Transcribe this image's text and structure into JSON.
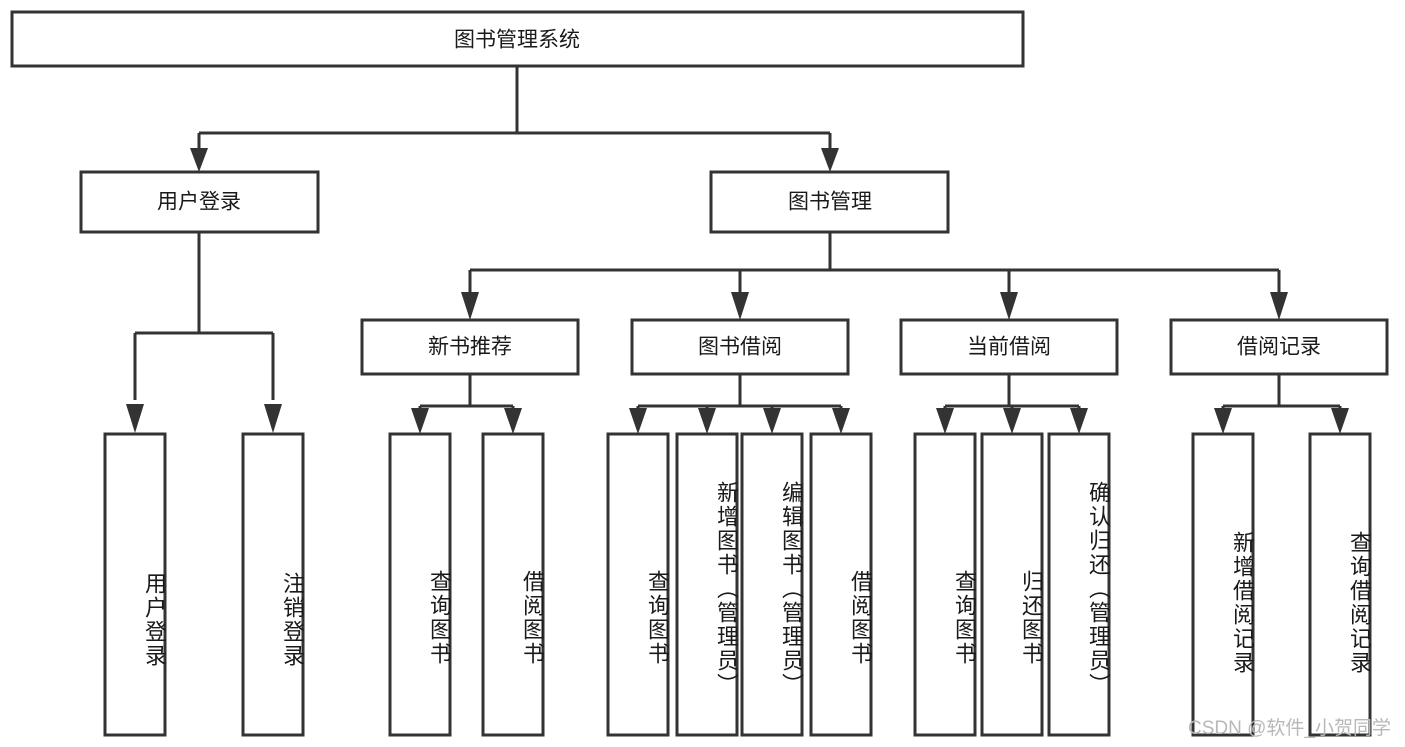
{
  "diagram": {
    "type": "hierarchy-tree",
    "title": "图书管理系统",
    "watermark": "CSDN @软件_小贺同学",
    "colors": {
      "stroke": "#333333",
      "box_fill": "#ffffff",
      "text": "#1a1a1a",
      "background": "#ffffff",
      "watermark": "#b8b8b8"
    },
    "levels": {
      "root": {
        "label": "图书管理系统"
      },
      "level2": [
        {
          "label": "用户登录"
        },
        {
          "label": "图书管理"
        }
      ],
      "level3": [
        {
          "label": "新书推荐"
        },
        {
          "label": "图书借阅"
        },
        {
          "label": "当前借阅"
        },
        {
          "label": "借阅记录"
        }
      ],
      "leaves": [
        {
          "label": "用户登录",
          "parent": "用户登录"
        },
        {
          "label": "注销登录",
          "parent": "用户登录"
        },
        {
          "label": "查询图书",
          "parent": "新书推荐"
        },
        {
          "label": "借阅图书",
          "parent": "新书推荐"
        },
        {
          "label": "查询图书",
          "parent": "图书借阅"
        },
        {
          "label": "新增图书（管理员）",
          "parent": "图书借阅"
        },
        {
          "label": "编辑图书（管理员）",
          "parent": "图书借阅"
        },
        {
          "label": "借阅图书",
          "parent": "图书借阅"
        },
        {
          "label": "查询图书",
          "parent": "当前借阅"
        },
        {
          "label": "归还图书",
          "parent": "当前借阅"
        },
        {
          "label": "确认归还（管理员）",
          "parent": "当前借阅"
        },
        {
          "label": "新增借阅记录",
          "parent": "借阅记录"
        },
        {
          "label": "查询借阅记录",
          "parent": "借阅记录"
        }
      ]
    }
  }
}
